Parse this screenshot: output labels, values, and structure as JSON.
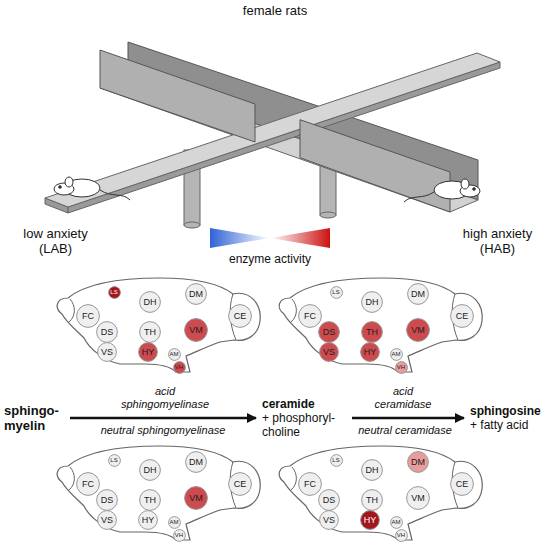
{
  "diagram": {
    "title": "female rats",
    "nodes": [
      {
        "text": [
          "FC"
        ]
      },
      {
        "text": [
          "LS"
        ]
      },
      {
        "text": [
          "DH"
        ]
      },
      {
        "text": [
          "DM"
        ]
      },
      {
        "text": [
          "CE"
        ]
      },
      {
        "text": [
          "DS"
        ]
      },
      {
        "text": [
          "TH"
        ]
      },
      {
        "text": [
          "VM"
        ]
      },
      {
        "text": [
          "VS"
        ]
      },
      {
        "text": [
          "HY"
        ]
      },
      {
        "text": [
          "AM"
        ]
      },
      {
        "text": [
          "VH"
        ]
      },
      {
        "text": [
          "FC"
        ]
      },
      {
        "text": [
          "LS"
        ]
      },
      {
        "text": [
          "DH"
        ]
      },
      {
        "text": [
          "DM"
        ]
      },
      {
        "text": [
          "CE"
        ]
      },
      {
        "text": [
          "DS"
        ]
      },
      {
        "text": [
          "TH"
        ]
      },
      {
        "text": [
          "VM"
        ]
      },
      {
        "text": [
          "VS"
        ]
      },
      {
        "text": [
          "HY"
        ]
      },
      {
        "text": [
          "AM"
        ]
      },
      {
        "text": [
          "VH"
        ]
      },
      {
        "text": [
          "sphingo- myelin"
        ]
      },
      {
        "text": [
          "ceramide",
          "+ phosphoryl- choline"
        ]
      },
      {
        "text": [
          "sphingosine",
          "+ fatty acid"
        ]
      },
      {
        "text": [
          "FC"
        ]
      },
      {
        "text": [
          "LS"
        ]
      },
      {
        "text": [
          "DH"
        ]
      },
      {
        "text": [
          "DM"
        ]
      },
      {
        "text": [
          "CE"
        ]
      },
      {
        "text": [
          "DS"
        ]
      },
      {
        "text": [
          "TH"
        ]
      },
      {
        "text": [
          "VM"
        ]
      },
      {
        "text": [
          "VS"
        ]
      },
      {
        "text": [
          "HY"
        ]
      },
      {
        "text": [
          "AM"
        ]
      },
      {
        "text": [
          "VH"
        ]
      },
      {
        "text": [
          "FC"
        ]
      },
      {
        "text": [
          "LS"
        ]
      },
      {
        "text": [
          "DH"
        ]
      },
      {
        "text": [
          "DM"
        ]
      },
      {
        "text": [
          "CE"
        ]
      },
      {
        "text": [
          "DS"
        ]
      },
      {
        "text": [
          "TH"
        ]
      },
      {
        "text": [
          "VM"
        ]
      },
      {
        "text": [
          "VS"
        ]
      },
      {
        "text": [
          "HY"
        ]
      },
      {
        "text": [
          "AM"
        ]
      },
      {
        "text": [
          "VH"
        ]
      }
    ],
    "edges": [
      {
        "from": 24,
        "to": 25,
        "arrow": "to"
      },
      {
        "from": 25,
        "to": 26,
        "arrow": "to"
      }
    ],
    "labels": [
      "low anxiety (LAB)",
      "high anxiety (HAB)",
      "enzyme activity",
      "acid sphingomyelinase",
      "acid ceramidase",
      "neutral sphingomyelinase",
      "neutral ceramidase"
    ]
  }
}
